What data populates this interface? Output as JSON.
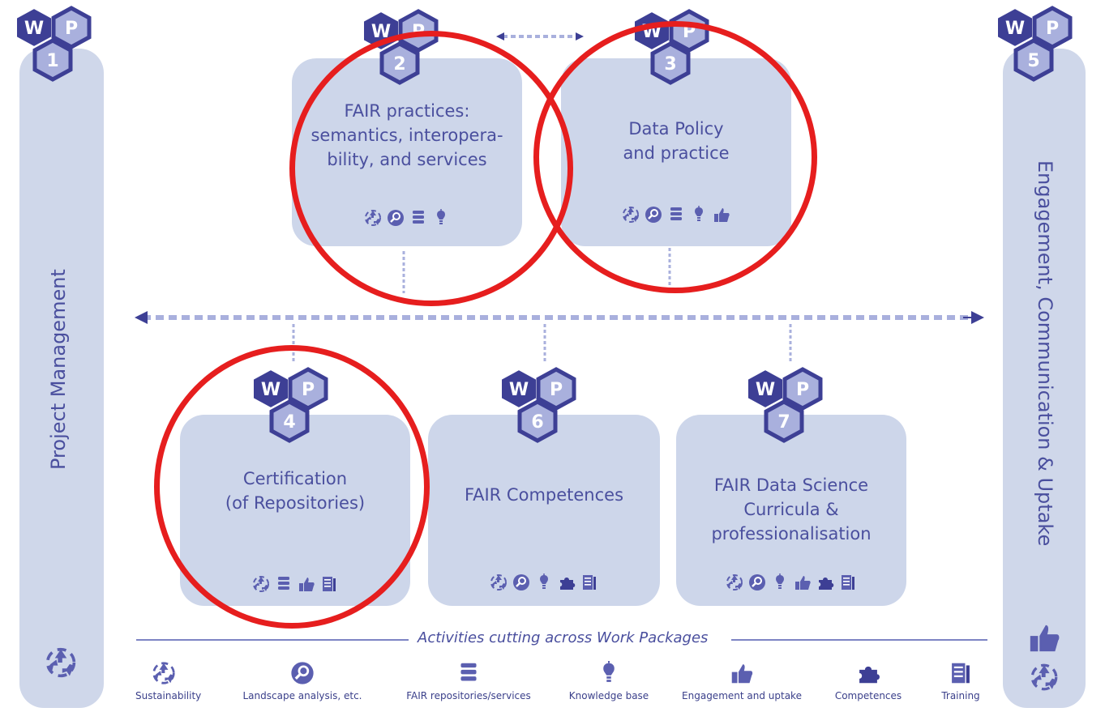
{
  "side_left": {
    "label": "Project Management",
    "wp": {
      "w": "W",
      "p": "P",
      "n": "1"
    }
  },
  "side_right": {
    "label": "Engagement, Communication & Uptake",
    "wp": {
      "w": "W",
      "p": "P",
      "n": "5"
    }
  },
  "packages": [
    {
      "w": "W",
      "p": "P",
      "n": "2",
      "title": "FAIR practices:\nsemantics, interopera-\nbility, and services"
    },
    {
      "w": "W",
      "p": "P",
      "n": "3",
      "title": "Data Policy\nand practice"
    },
    {
      "w": "W",
      "p": "P",
      "n": "4",
      "title": "Certification\n(of Repositories)"
    },
    {
      "w": "W",
      "p": "P",
      "n": "6",
      "title": "FAIR Competences"
    },
    {
      "w": "W",
      "p": "P",
      "n": "7",
      "title": "FAIR Data Science\nCurricula &\nprofessionalisation"
    }
  ],
  "legend": {
    "caption": "Activities cutting across Work Packages",
    "items": [
      {
        "label": "Sustainability",
        "icon": "recycle-icon"
      },
      {
        "label": "Landscape analysis, etc.",
        "icon": "magnifier-icon"
      },
      {
        "label": "FAIR repositories/services",
        "icon": "database-icon"
      },
      {
        "label": "Knowledge base",
        "icon": "lightbulb-icon"
      },
      {
        "label": "Engagement and uptake",
        "icon": "thumbs-up-icon"
      },
      {
        "label": "Competences",
        "icon": "puzzle-icon"
      },
      {
        "label": "Training",
        "icon": "document-icon"
      }
    ]
  },
  "colors": {
    "panel": "#cfd7ea",
    "hex_dark": "#3d3f95",
    "hex_light": "#a9b0dd",
    "icon": "#5b5fb0",
    "highlight": "#e61e1e"
  }
}
